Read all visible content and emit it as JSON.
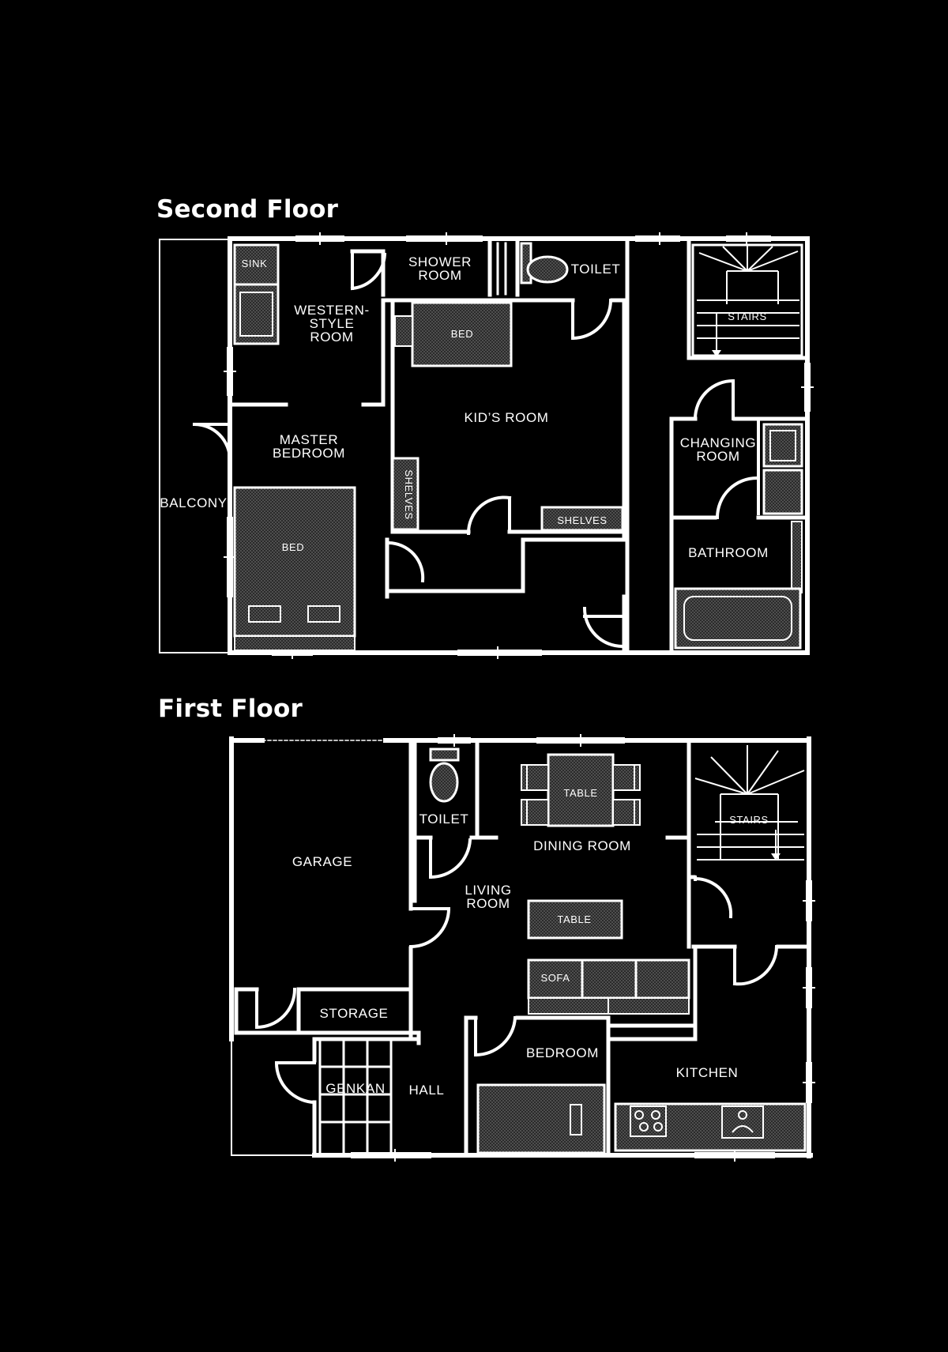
{
  "headings": {
    "second_floor": "Second Floor",
    "first_floor": "First Floor"
  },
  "second_floor": {
    "sink": "SINK",
    "shower_room": [
      "SHOWER",
      "ROOM"
    ],
    "toilet": "TOILET",
    "western_style_room": [
      "WESTERN-",
      "STYLE",
      "ROOM"
    ],
    "bed_kids": "BED",
    "stairs": "STAIRS",
    "kids_room": "KID’S ROOM",
    "master_bedroom": [
      "MASTER",
      "BEDROOM"
    ],
    "changing_room": [
      "CHANGING",
      "ROOM"
    ],
    "balcony": "BALCONY",
    "shelves_vertical": "SHELVES",
    "shelves": "SHELVES",
    "bed_master": "BED",
    "bathroom": "BATHROOM"
  },
  "first_floor": {
    "toilet": "TOILET",
    "table_dining": "TABLE",
    "stairs": "STAIRS",
    "dining_room": "DINING ROOM",
    "garage": "GARAGE",
    "living_room": [
      "LIVING",
      "ROOM"
    ],
    "table_living": "TABLE",
    "sofa": "SOFA",
    "storage": "STORAGE",
    "bedroom": "BEDROOM",
    "kitchen": "KITCHEN",
    "genkan": "GENKAN",
    "hall": "HALL"
  },
  "colors": {
    "background": "#000000",
    "lines": "#ffffff",
    "furniture_fill": "#3a3a3a"
  }
}
